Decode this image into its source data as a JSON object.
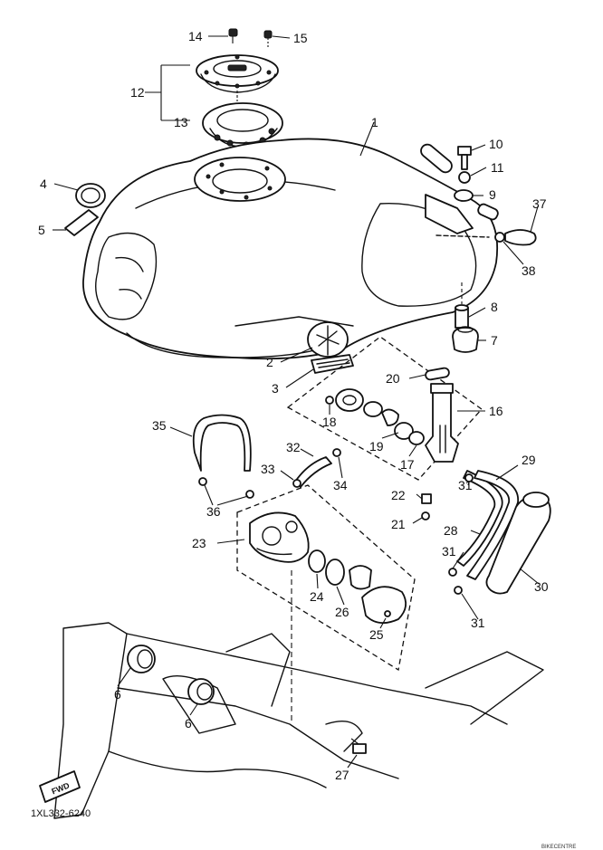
{
  "callouts": [
    {
      "id": "c1",
      "text": "1"
    },
    {
      "id": "c2",
      "text": "2"
    },
    {
      "id": "c3",
      "text": "3"
    },
    {
      "id": "c4",
      "text": "4"
    },
    {
      "id": "c5",
      "text": "5"
    },
    {
      "id": "c6a",
      "text": "6"
    },
    {
      "id": "c6b",
      "text": "6"
    },
    {
      "id": "c7",
      "text": "7"
    },
    {
      "id": "c8",
      "text": "8"
    },
    {
      "id": "c9",
      "text": "9"
    },
    {
      "id": "c10",
      "text": "10"
    },
    {
      "id": "c11",
      "text": "11"
    },
    {
      "id": "c12",
      "text": "12"
    },
    {
      "id": "c13",
      "text": "13"
    },
    {
      "id": "c14",
      "text": "14"
    },
    {
      "id": "c15",
      "text": "15"
    },
    {
      "id": "c16",
      "text": "16"
    },
    {
      "id": "c17",
      "text": "17"
    },
    {
      "id": "c18",
      "text": "18"
    },
    {
      "id": "c19",
      "text": "19"
    },
    {
      "id": "c20",
      "text": "20"
    },
    {
      "id": "c21",
      "text": "21"
    },
    {
      "id": "c22",
      "text": "22"
    },
    {
      "id": "c23",
      "text": "23"
    },
    {
      "id": "c24",
      "text": "24"
    },
    {
      "id": "c25",
      "text": "25"
    },
    {
      "id": "c26",
      "text": "26"
    },
    {
      "id": "c27",
      "text": "27"
    },
    {
      "id": "c28",
      "text": "28"
    },
    {
      "id": "c29",
      "text": "29"
    },
    {
      "id": "c30",
      "text": "30"
    },
    {
      "id": "c31a",
      "text": "31"
    },
    {
      "id": "c31b",
      "text": "31"
    },
    {
      "id": "c31c",
      "text": "31"
    },
    {
      "id": "c32",
      "text": "32"
    },
    {
      "id": "c33",
      "text": "33"
    },
    {
      "id": "c34",
      "text": "34"
    },
    {
      "id": "c35",
      "text": "35"
    },
    {
      "id": "c36",
      "text": "36"
    },
    {
      "id": "c37",
      "text": "37"
    },
    {
      "id": "c38",
      "text": "38"
    }
  ],
  "figure_code": "1XL332-6240",
  "forward_arrow": "FWD",
  "watermark": "BIKECENTRE"
}
